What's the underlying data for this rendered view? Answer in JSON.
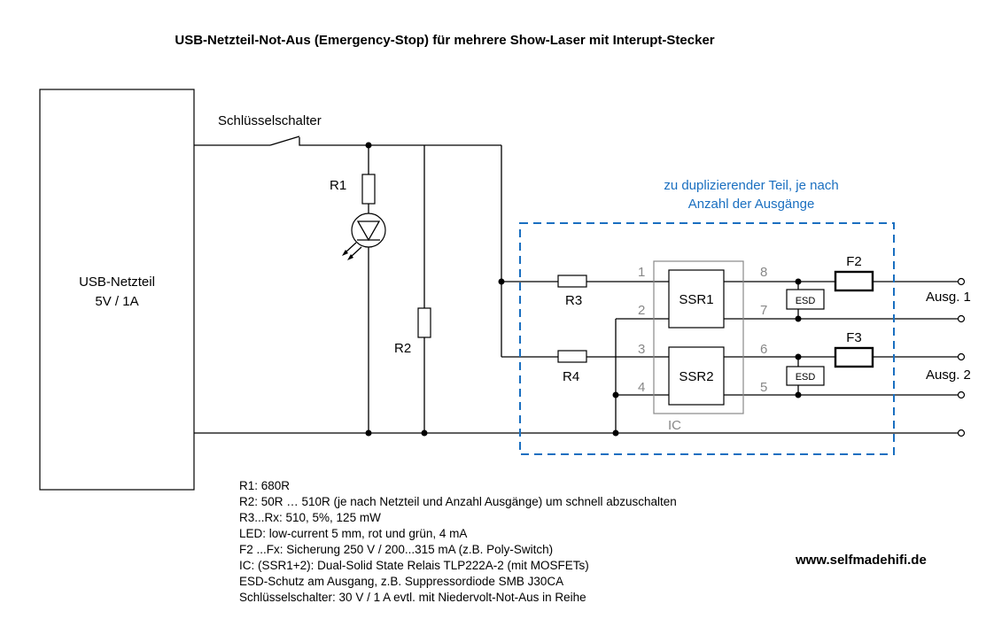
{
  "title": "USB-Netzteil-Not-Aus (Emergency-Stop) für mehrere Show-Laser mit Interupt-Stecker",
  "psu": {
    "line1": "USB-Netzteil",
    "line2": "5V / 1A"
  },
  "switch_label": "Schlüsselschalter",
  "components": {
    "r1": "R1",
    "r2": "R2",
    "r3": "R3",
    "r4": "R4",
    "ssr1": "SSR1",
    "ssr2": "SSR2",
    "ic": "IC",
    "esd1": "ESD",
    "esd2": "ESD",
    "f2": "F2",
    "f3": "F3"
  },
  "pins": [
    "1",
    "2",
    "3",
    "4",
    "5",
    "6",
    "7",
    "8"
  ],
  "duplicate_note": {
    "line1": "zu duplizierender Teil, je nach",
    "line2": "Anzahl der Ausgänge"
  },
  "outputs": {
    "out1": "Ausg. 1",
    "out2": "Ausg. 2"
  },
  "notes": [
    "R1: 680R",
    "R2: 50R … 510R (je nach Netzteil und Anzahl Ausgänge) um schnell abzuschalten",
    "R3...Rx: 510, 5%, 125 mW",
    "LED: low-current 5 mm, rot und grün, 4 mA",
    "F2 ...Fx: Sicherung 250 V / 200...315 mA (z.B. Poly-Switch)",
    "IC: (SSR1+2): Dual-Solid State Relais TLP222A-2 (mit MOSFETs)",
    "ESD-Schutz am Ausgang, z.B. Suppressordiode SMB J30CA",
    "Schlüsselschalter: 30 V / 1 A evtl. mit Niedervolt-Not-Aus in Reihe"
  ],
  "website": "www.selfmadehifi.de",
  "colors": {
    "dashed_box": "#1a6fc0",
    "pin_labels": "#888888"
  }
}
